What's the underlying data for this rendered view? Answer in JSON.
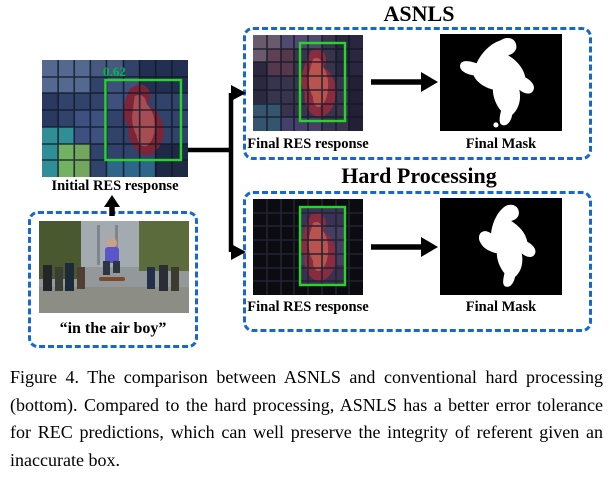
{
  "diagram": {
    "asnls": {
      "title": "ASNLS",
      "res_label": "Final RES response",
      "mask_label": "Final Mask"
    },
    "hard": {
      "title": "Hard Processing",
      "res_label": "Final RES response",
      "mask_label": "Final Mask"
    },
    "initial": {
      "label": "Initial RES response",
      "score": "0.62"
    },
    "query": "“in the air boy”"
  },
  "caption": "Figure 4. The comparison between ASNLS and conventional hard processing (bottom). Compared to the hard processing, ASNLS has a better error tolerance for REC predictions, which can well preserve the integrity of referent given an inaccurate box.",
  "colors": {
    "border_blue": "#1767d2",
    "bbox_green": "#28d428",
    "score_green": "#00b856"
  }
}
